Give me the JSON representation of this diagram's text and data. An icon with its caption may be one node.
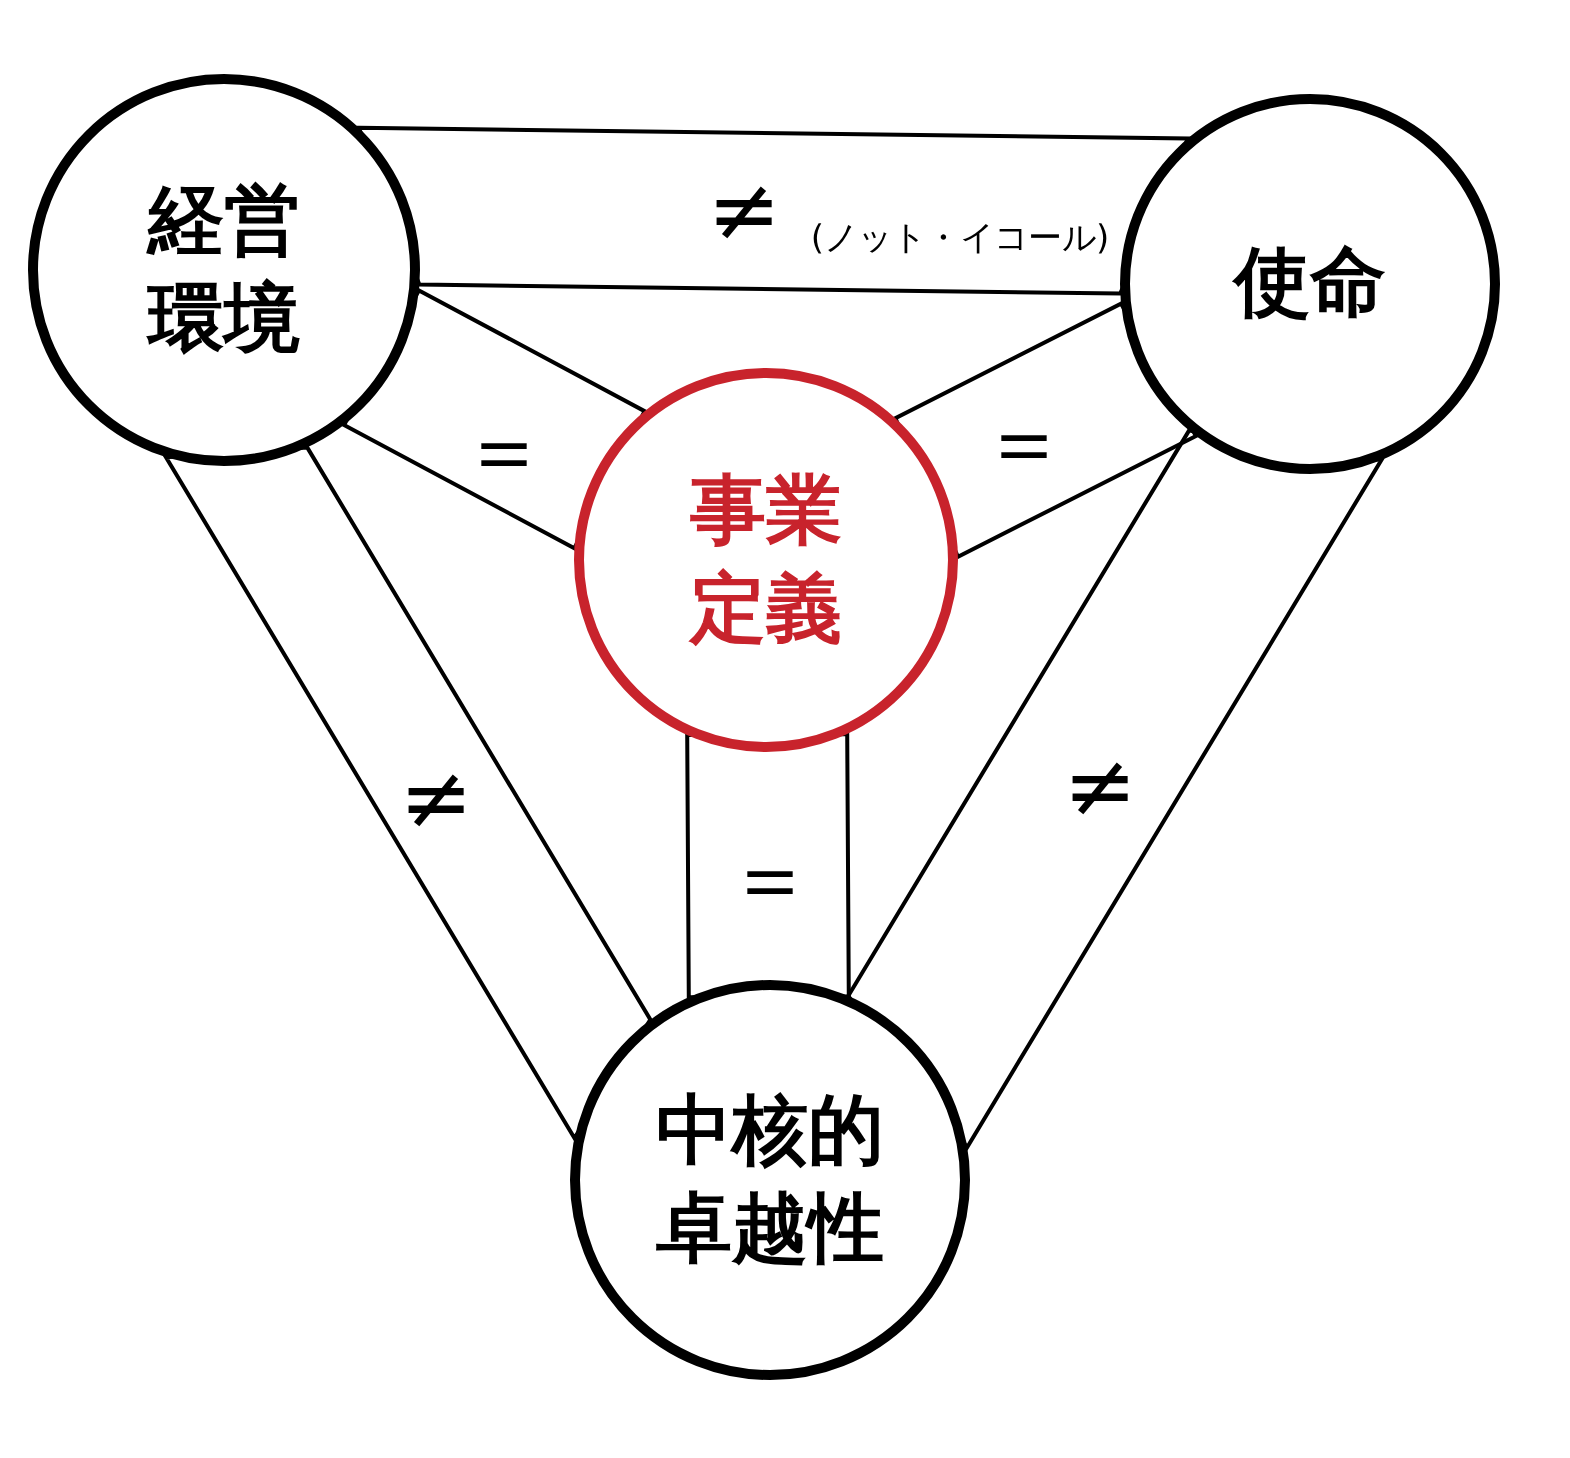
{
  "diagram": {
    "nodes": [
      {
        "text": [
          "経営環境"
        ]
      },
      {
        "text": [
          "使命"
        ]
      },
      {
        "text": [
          "事業定義"
        ]
      },
      {
        "text": [
          "中核的卓越性"
        ]
      }
    ],
    "edges": [
      {
        "from": 0,
        "to": 1,
        "arrow": "none",
        "label": "≠"
      },
      {
        "from": 0,
        "to": 2,
        "arrow": "none",
        "label": "＝"
      },
      {
        "from": 1,
        "to": 2,
        "arrow": "none",
        "label": "＝"
      },
      {
        "from": 2,
        "to": 3,
        "arrow": "none",
        "label": "＝"
      },
      {
        "from": 0,
        "to": 3,
        "arrow": "none",
        "label": "≠"
      },
      {
        "from": 1,
        "to": 3,
        "arrow": "none",
        "label": "≠"
      }
    ],
    "labels": [
      "(ノット・イコール)"
    ]
  }
}
